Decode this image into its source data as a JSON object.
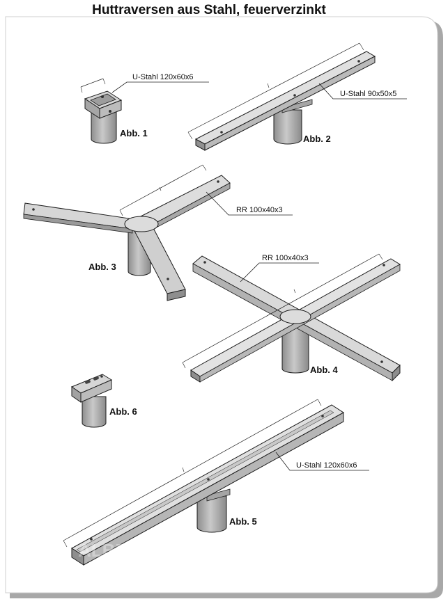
{
  "title": "Huttraversen aus Stahl, feuerverzinkt",
  "watermark": "ALBRIGHT",
  "colors": {
    "steel_top": "#e2e2e2",
    "steel_side": "#b4b4b4",
    "steel_dark": "#8c8c8c",
    "outline": "#1c1c1c",
    "frame_shadow": "#9a9a9a"
  },
  "figures": [
    {
      "id": "abb1",
      "label": "Abb. 1",
      "profile": "U-Stahl 120x60x6"
    },
    {
      "id": "abb2",
      "label": "Abb. 2",
      "profile": "U-Stahl 90x50x5"
    },
    {
      "id": "abb3",
      "label": "Abb. 3",
      "profile": "RR 100x40x3"
    },
    {
      "id": "abb4",
      "label": "Abb. 4",
      "profile": "RR 100x40x3"
    },
    {
      "id": "abb5",
      "label": "Abb. 5",
      "profile": "U-Stahl 120x60x6"
    },
    {
      "id": "abb6",
      "label": "Abb. 6"
    }
  ]
}
